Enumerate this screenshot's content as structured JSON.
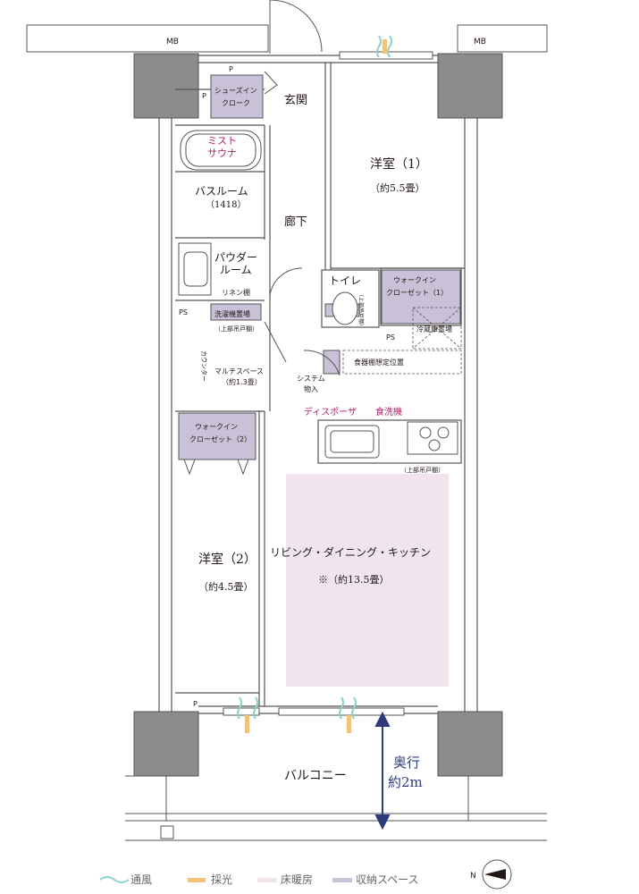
{
  "colors": {
    "wall": "#8c8c8c",
    "storage": "#c9c1d8",
    "floor_heat": "#f2e4ee",
    "ventilation": "#8fd0c8",
    "daylight": "#f3c27a",
    "accent_magenta": "#b0206a",
    "depth_arrow": "#2b3a7a"
  },
  "labels": {
    "mb_left": "MB",
    "mb_right": "MB",
    "shoes": "シューズイン\nクローク",
    "p": "P",
    "genkan": "玄関",
    "mist1": "ミスト",
    "mist2": "サウナ",
    "bath1": "バスルーム",
    "bath2": "（1418）",
    "roka": "廊下",
    "powder1": "パウダー",
    "powder2": "ルーム",
    "linen": "リネン棚",
    "ps": "PS",
    "laundry1": "洗濯機置場",
    "laundry2": "（上部吊戸棚）",
    "counter": "カウンター",
    "multi1": "マルチスペース",
    "multi2": "（約1.3畳）",
    "toilet": "トイレ",
    "toilet_shelf": "（上部吊戸棚）",
    "wic1_1": "ウォークイン",
    "wic1_2": "クローゼット（1）",
    "room1_1": "洋室（1）",
    "room1_2": "（約5.5畳）",
    "fridge": "冷蔵庫置場",
    "dish_shelf": "食器棚想定位置",
    "system1": "システム",
    "system2": "物入",
    "disposer": "ディスポーザ",
    "dishwasher": "食洗機",
    "upper_shelf": "（上部吊戸棚）",
    "wic2_1": "ウォークイン",
    "wic2_2": "クローゼット（2）",
    "room2_1": "洋室（2）",
    "room2_2": "（約4.5畳）",
    "ldk1": "リビング・ダイニング・キッチン",
    "ldk2": "※（約13.5畳）",
    "balcony": "バルコニー",
    "depth1": "奥行",
    "depth2": "約2m"
  },
  "legend": [
    {
      "icon": "ventilation-icon",
      "label": "通風"
    },
    {
      "icon": "daylight-icon",
      "label": "採光"
    },
    {
      "icon": "floor-heating-swatch",
      "label": "床暖房"
    },
    {
      "icon": "storage-swatch",
      "label": "収納スペース"
    }
  ],
  "compass": {
    "label": "N"
  }
}
